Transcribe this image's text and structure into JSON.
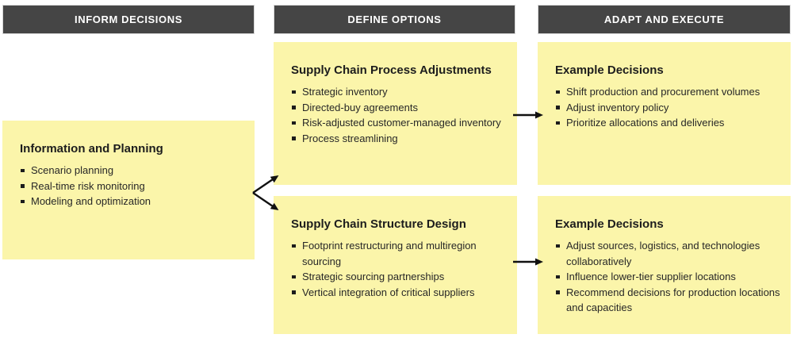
{
  "palette": {
    "header_bg": "#454545",
    "header_text": "#ffffff",
    "card_bg": "#fbf5aa",
    "text": "#272727",
    "arrow": "#111111",
    "background": "#ffffff"
  },
  "headers": {
    "inform": "INFORM DECISIONS",
    "define": "DEFINE OPTIONS",
    "adapt": "ADAPT AND EXECUTE"
  },
  "cards": {
    "information_and_planning": {
      "title": "Information and Planning",
      "bullets": [
        "Scenario planning",
        "Real-time risk monitoring",
        "Modeling and optimization"
      ]
    },
    "process_adjustments": {
      "title": "Supply Chain Process Adjustments",
      "bullets": [
        "Strategic inventory",
        "Directed-buy agreements",
        "Risk-adjusted customer-managed inventory",
        "Process streamlining"
      ]
    },
    "structure_design": {
      "title": "Supply Chain Structure Design",
      "bullets": [
        "Footprint restructuring and multiregion sourcing",
        "Strategic sourcing partnerships",
        "Vertical integration of critical suppliers"
      ]
    },
    "example_decisions_top": {
      "title": "Example Decisions",
      "bullets": [
        "Shift production and procurement volumes",
        "Adjust inventory policy",
        "Prioritize allocations and deliveries"
      ]
    },
    "example_decisions_bottom": {
      "title": "Example Decisions",
      "bullets": [
        "Adjust sources, logistics, and technologies collaboratively",
        "Influence lower-tier supplier locations",
        "Recommend decisions for production locations and capacities"
      ]
    }
  }
}
